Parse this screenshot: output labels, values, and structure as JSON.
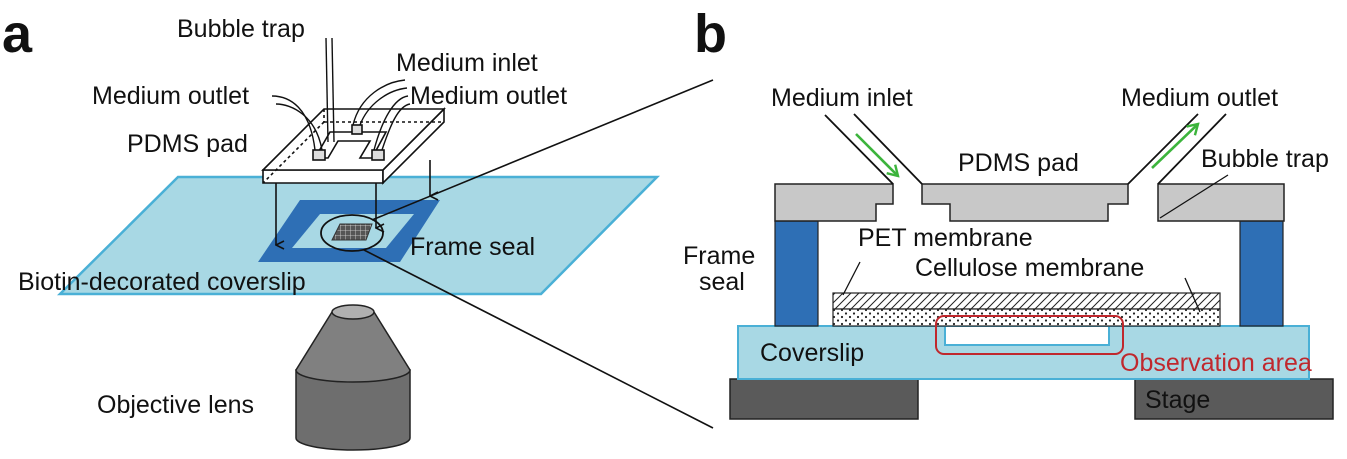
{
  "panels": {
    "a": {
      "letter": "a",
      "labels": {
        "bubble_trap": "Bubble trap",
        "medium_inlet": "Medium inlet",
        "medium_outlet_left": "Medium outlet",
        "medium_outlet_right": "Medium outlet",
        "pdms_pad": "PDMS pad",
        "frame_seal": "Frame seal",
        "coverslip": "Biotin-decorated coverslip",
        "objective": "Objective lens"
      }
    },
    "b": {
      "letter": "b",
      "labels": {
        "medium_inlet": "Medium inlet",
        "medium_outlet": "Medium outlet",
        "pdms_pad": "PDMS pad",
        "bubble_trap": "Bubble trap",
        "frame_seal_1": "Frame",
        "frame_seal_2": "seal",
        "pet_membrane": "PET membrane",
        "cellulose_membrane": "Cellulose membrane",
        "coverslip": "Coverslip",
        "observation_area": "Observation area",
        "stage": "Stage"
      }
    }
  },
  "colors": {
    "coverslip_fill": "#a8d8e4",
    "coverslip_stroke": "#4ab0d6",
    "frame_seal": "#2e6fb5",
    "pdms_gray": "#c8c8c8",
    "objective_gray": "#6e6e6e",
    "stage_gray": "#5a5a5a",
    "flow_arrow": "#3cb43c",
    "observation_red": "#c0282d"
  }
}
